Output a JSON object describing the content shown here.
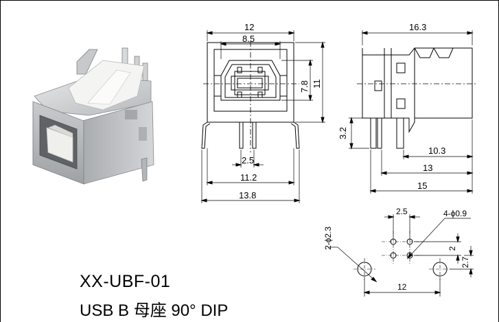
{
  "title": {
    "model": "XX-UBF-01",
    "description": "USB B 母座 90°  DIP"
  },
  "front_view": {
    "dims": {
      "width_total": "12",
      "width_inner": "8.5",
      "height_inner": "7.8",
      "height_total": "11",
      "pin_pitch": "2.5",
      "leg_span": "11.2",
      "base_width": "13.8"
    }
  },
  "side_view": {
    "dims": {
      "length_total": "16.3",
      "pin_height": "3.2",
      "len_10_3": "10.3",
      "len_13": "13",
      "len_15": "15"
    }
  },
  "footprint": {
    "dims": {
      "pitch_x": "2.5",
      "hole_small": "4-ϕ0.9",
      "pitch_y": "2",
      "hole_large": "2-ϕ2.3",
      "offset_y": "2.7",
      "mount_span": "12"
    }
  },
  "colors": {
    "line": "#000000",
    "metal": "#b9bcbf",
    "plastic": "#f2f2f0"
  }
}
